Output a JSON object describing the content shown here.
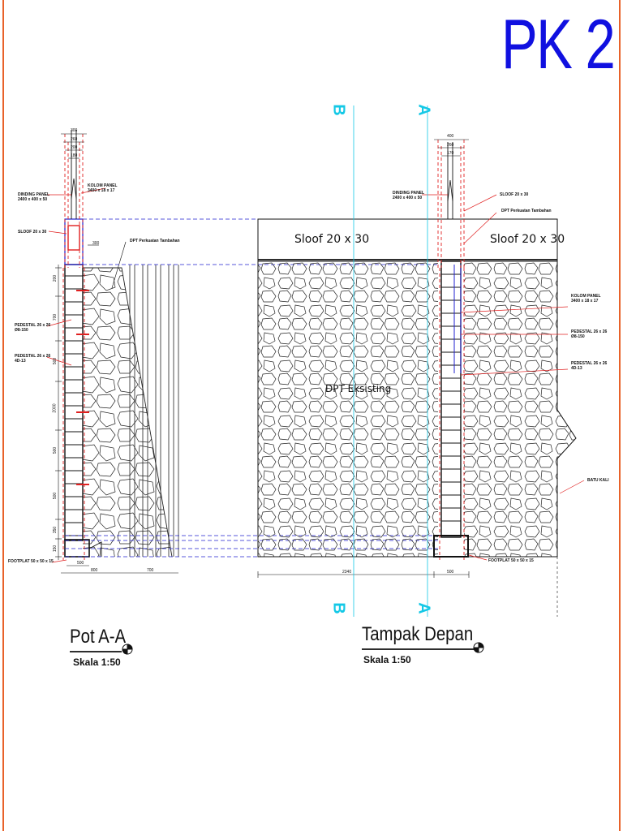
{
  "sheet": {
    "code": "PK 2"
  },
  "colors": {
    "frame": "#e8622a",
    "title": "#1010e0",
    "axis": "#13c8e6",
    "hidden_line": "#e02020",
    "projection": "#2020d0"
  },
  "section_view": {
    "title": "Pot A-A",
    "scale": "Skala 1:50",
    "labels": {
      "dinding_panel": "DINDING PANEL",
      "dinding_panel_size": "2400 x 400 x 50",
      "kolom_panel": "KOLOM PANEL",
      "kolom_panel_size": "3400 x 18 x 17",
      "sloof": "SLOOF 20 x 30",
      "dpt_perkuatan": "DPT Perkuatan Tambahan",
      "pedestal_1": "PEDESTAL 26 x 26",
      "pedestal_1_rebar": "Ø8-150",
      "pedestal_2": "PEDESTAL 26 x 26",
      "pedestal_2_rebar": "4D-13",
      "footplat": "FOOTPLAT 50 x 50 x 15"
    },
    "top_dims": [
      "300",
      "260",
      "200",
      "180"
    ],
    "side_dims": [
      "200",
      "700",
      "500",
      "2000",
      "500",
      "500",
      "350",
      "150"
    ],
    "dim_300": "300",
    "bottom_dims": [
      "500",
      "800",
      "700"
    ]
  },
  "front_view": {
    "title": "Tampak Depan",
    "scale": "Skala 1:50",
    "sloof_left": "Sloof 20 x 30",
    "sloof_right": "Sloof 20 x 30",
    "dpt_label": "DPT Eksisting",
    "labels": {
      "dinding_panel": "DINDING PANEL",
      "dinding_panel_size": "2400 x 400 x 50",
      "sloof": "SLOOF 20 x 30",
      "dpt_perkuatan": "DPT Perkuatan Tambahan",
      "kolom_panel": "KOLOM PANEL",
      "kolom_panel_size": "3400 x 18 x 17",
      "pedestal_1": "PEDESTAL 26 x 26",
      "pedestal_1_rebar": "Ø8-150",
      "pedestal_2": "PEDESTAL 26 x 26",
      "pedestal_2_rebar": "4D-13",
      "batu_kali": "BATU KALI",
      "footplat": "FOOTPLAT 50 x 50 x 15"
    },
    "top_dims": [
      "400",
      "260",
      "170"
    ],
    "bottom_dims": [
      "2340",
      "500"
    ]
  },
  "axes": {
    "a": "A",
    "b": "B"
  }
}
